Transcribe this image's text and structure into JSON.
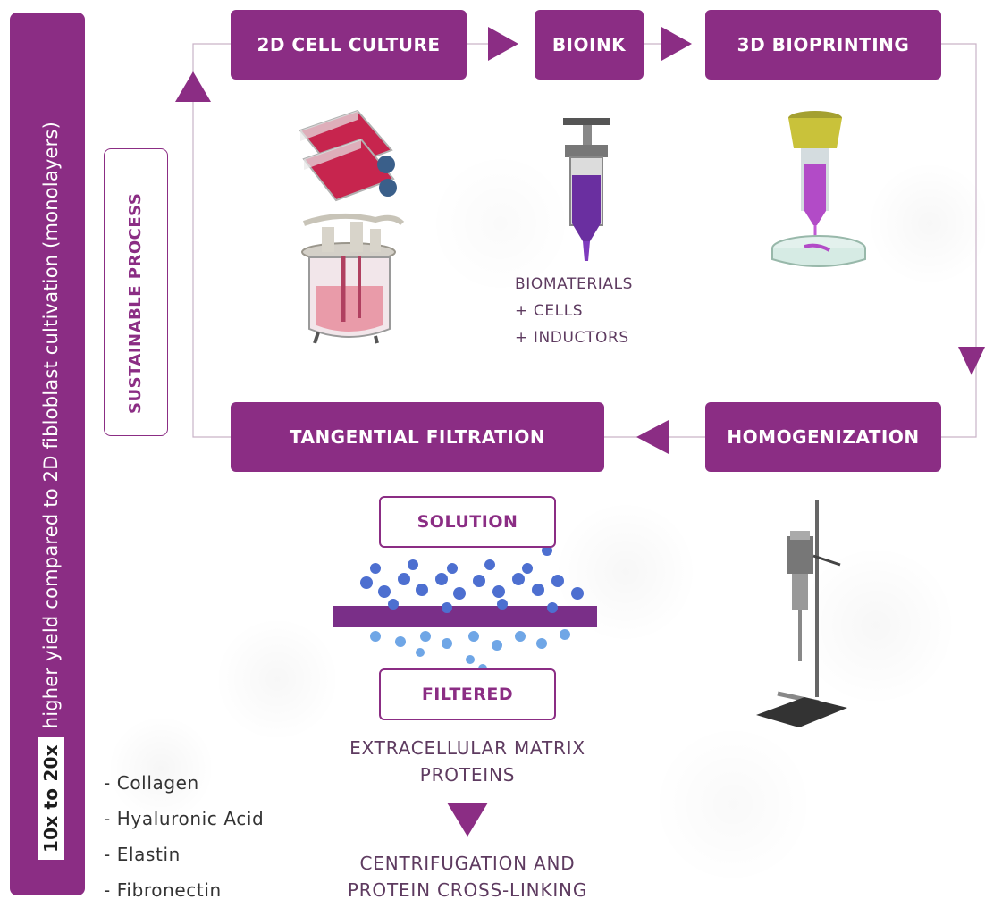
{
  "side_banner": {
    "badge": "10x to 20x",
    "text": "higher yield compared to 2D fibloblast cultivation (monolayers)"
  },
  "sustainable_label": "SUSTAINABLE PROCESS",
  "steps": {
    "cell_culture": "2D CELL CULTURE",
    "bioink": "BIOINK",
    "bioprinting": "3D BIOPRINTING",
    "filtration": "TANGENTIAL FILTRATION",
    "homogenization": "HOMOGENIZATION"
  },
  "bioink_caption": [
    "BIOMATERIALS",
    "+ CELLS",
    "+ INDUCTORS"
  ],
  "filter_labels": {
    "solution": "SOLUTION",
    "filtered": "FILTERED"
  },
  "ecm_caption": [
    "EXTRACELLULAR MATRIX",
    "PROTEINS"
  ],
  "final_caption": [
    "CENTRIFUGATION AND",
    "PROTEIN CROSS-LINKING"
  ],
  "proteins": [
    "- Collagen",
    "- Hyaluronic Acid",
    "- Elastin",
    "- Fibronectin"
  ],
  "colors": {
    "brand_purple": "#8b2d84",
    "text_dark": "#5e3b60"
  }
}
